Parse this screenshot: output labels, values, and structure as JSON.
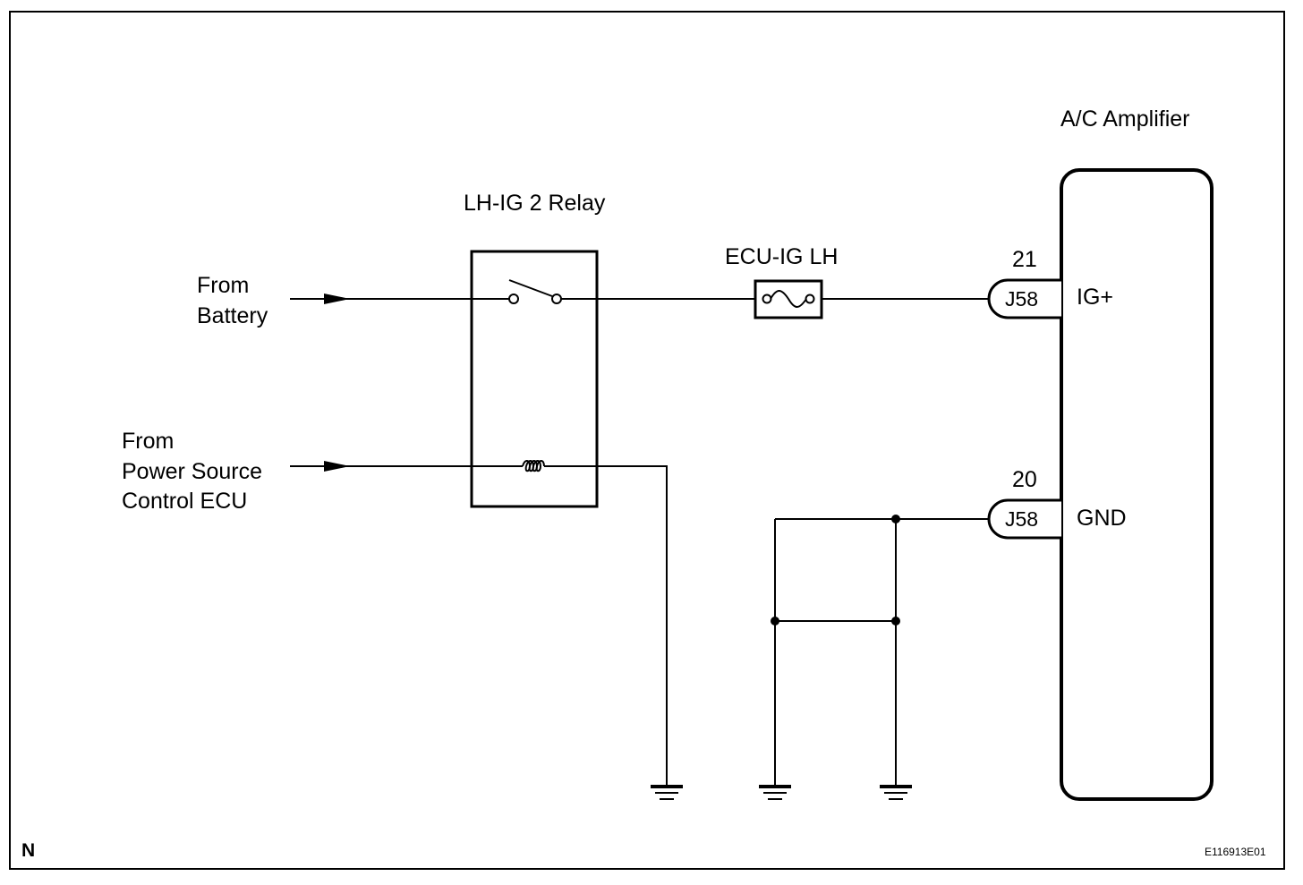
{
  "colors": {
    "line": "#000000",
    "background": "#ffffff"
  },
  "labels": {
    "amplifier": "A/C Amplifier",
    "relay": "LH-IG 2 Relay",
    "fuse": "ECU-IG LH",
    "from_battery_1": "From",
    "from_battery_2": "Battery",
    "from_ecu_1": "From",
    "from_ecu_2": "Power Source",
    "from_ecu_3": "Control ECU",
    "pin_ig": "IG+",
    "pin_gnd": "GND",
    "pin_num_ig": "21",
    "pin_num_gnd": "20",
    "connector_ig": "J58",
    "connector_gnd": "J58",
    "corner_mark": "N",
    "figure_id": "E116913E01"
  }
}
